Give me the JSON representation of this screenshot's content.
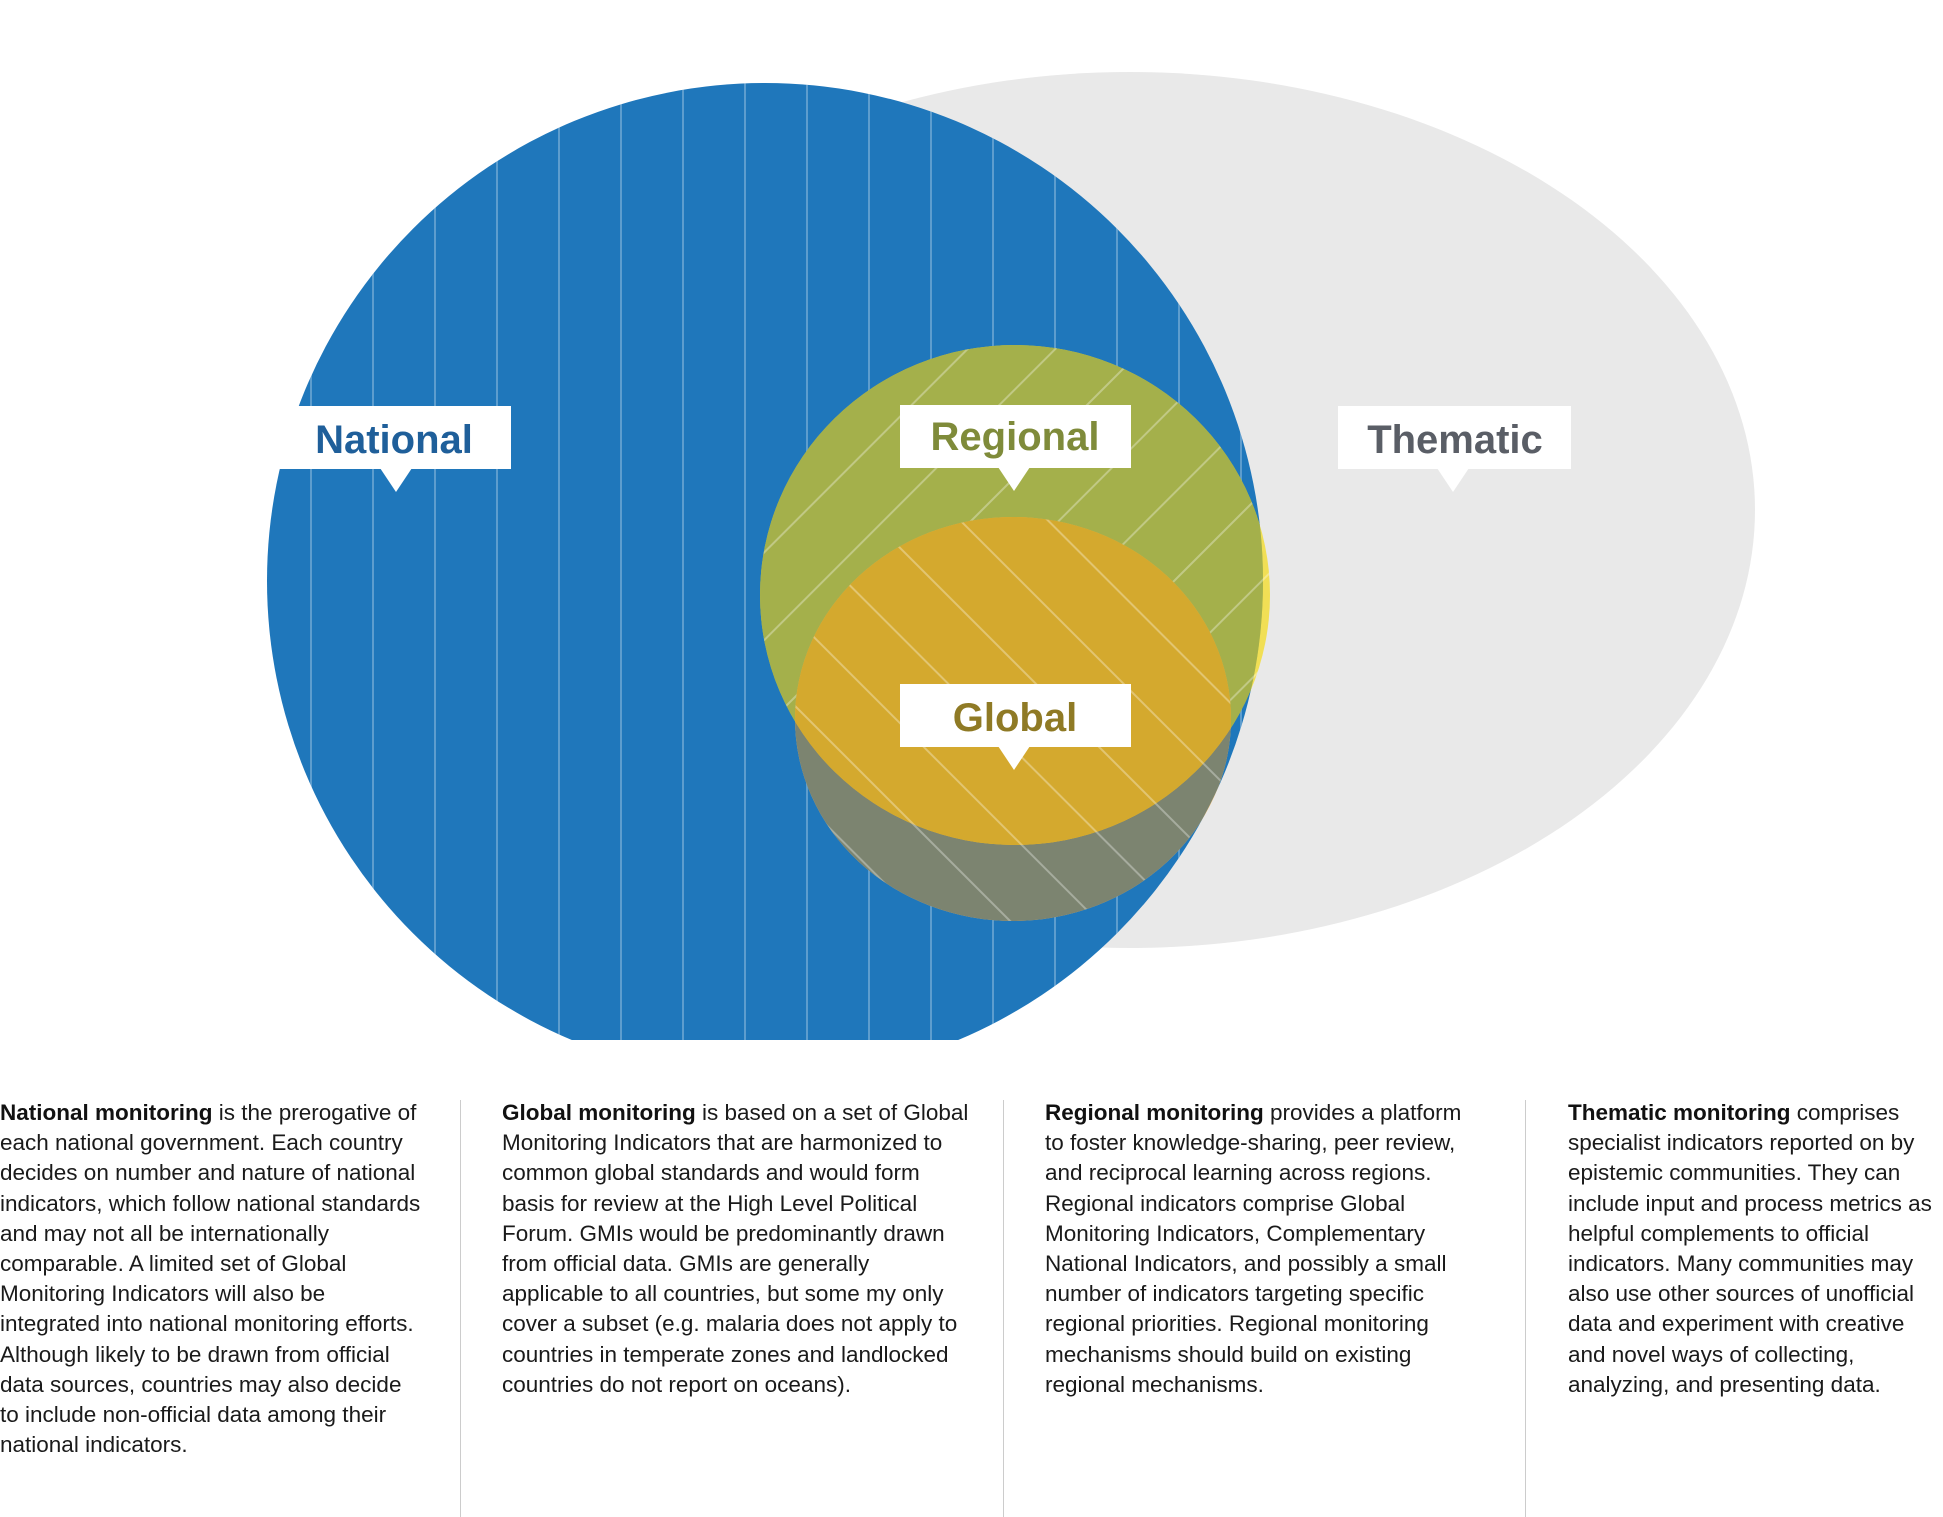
{
  "labels": {
    "national": "National",
    "regional": "Regional",
    "global": "Global",
    "thematic": "Thematic"
  },
  "colors": {
    "national": "#1f77bb",
    "thematic": "#e9e9e9",
    "regional": "#a4b04b",
    "global": "#d6a92b",
    "national_label": "#1f5f9a",
    "regional_label": "#7f8b3a",
    "global_label": "#8f7a25",
    "thematic_label": "#5a5e66"
  },
  "descriptions": [
    {
      "heading": "National monitoring",
      "text": " is the prerogative of each national government. Each country decides on number and nature of national indicators, which follow national standards and may not all be internationally comparable. A limited set of Global Monitoring Indicators will also be integrated into national monitoring efforts. Although likely to be drawn from official data sources, countries may also decide to include non-official data among their national indicators."
    },
    {
      "heading": "Global monitoring",
      "text": " is based on a set of Global Monitoring Indicators that are harmonized to common global standards and would form basis for review at the High Level Political Forum. GMIs would be predominantly drawn from official data. GMIs are generally applicable to all countries, but some my only cover a subset (e.g. malaria does not apply to countries in temperate zones and landlocked countries do not report on oceans)."
    },
    {
      "heading": "Regional monitoring",
      "text": " provides a platform to foster knowledge-sharing, peer review, and reciprocal learning across regions. Regional indicators comprise Global Monitoring Indicators, Complementary National Indicators, and possibly a small number of indicators targeting specific regional priorities. Regional monitoring mechanisms should build on existing regional mechanisms."
    },
    {
      "heading": "Thematic monitoring",
      "text": " comprises specialist indicators reported on by epistemic communities. They can include input and process metrics as helpful complements to official indicators. Many communities may also use other sources of unofficial data and experiment with creative and novel ways of collecting, analyzing, and presenting data."
    }
  ]
}
